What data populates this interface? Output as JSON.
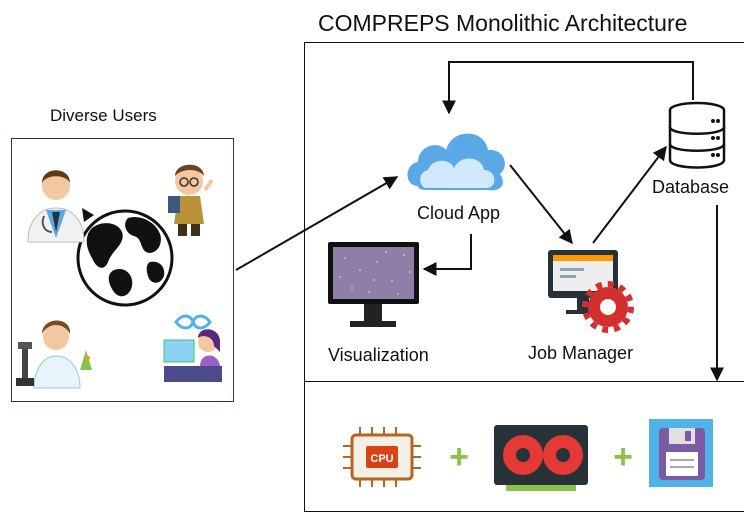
{
  "diagram": {
    "title": "COMPREPS Monolithic Architecture",
    "users_label": "Diverse Users",
    "nodes": {
      "cloud_app": "Cloud App",
      "database": "Database",
      "visualization": "Visualization",
      "job_manager": "Job Manager"
    },
    "hardware": {
      "cpu_label": "CPU",
      "plus": "+"
    },
    "colors": {
      "plus_green": "#8bc34a",
      "gear_red": "#d32f2f",
      "cloud_blue": "#5aa9e6",
      "floppy_purple": "#7c5aa6",
      "sky_blue": "#4fb3e8",
      "gpu_red": "#e53935"
    },
    "icons": [
      "doctor-icon",
      "businessman-icon",
      "globe-icon",
      "scientist-icon",
      "artist-icon",
      "cloud-icon",
      "database-icon",
      "monitor-icon",
      "job-manager-icon",
      "cpu-icon",
      "gpu-icon",
      "floppy-disk-icon"
    ]
  }
}
